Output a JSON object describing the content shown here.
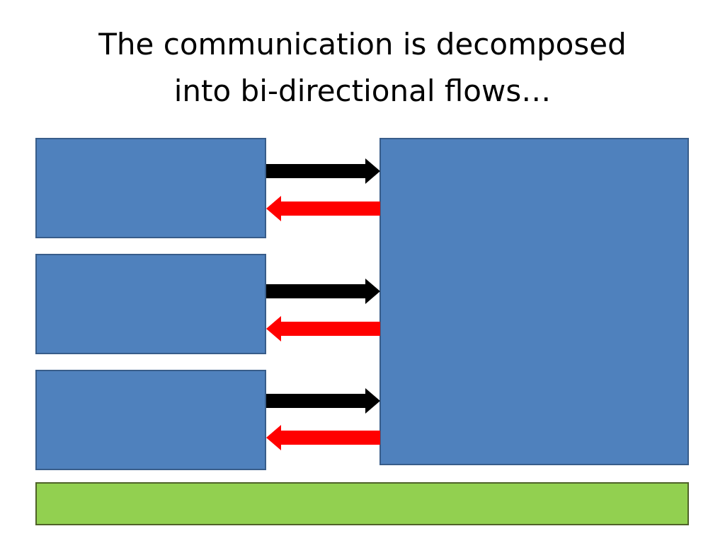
{
  "slide": {
    "title_line_1": "The communication is decomposed",
    "title_line_2": "into bi-directional flows…"
  },
  "colors": {
    "box_fill": "#4f81bd",
    "box_stroke": "#385d8a",
    "bar_fill": "#92d050",
    "bar_stroke": "#4f6228",
    "forward_arrow": "#000000",
    "return_arrow": "#ff0000"
  },
  "diagram": {
    "left_box_count": 3,
    "arrow_directions": [
      "left-to-right",
      "right-to-left"
    ]
  }
}
